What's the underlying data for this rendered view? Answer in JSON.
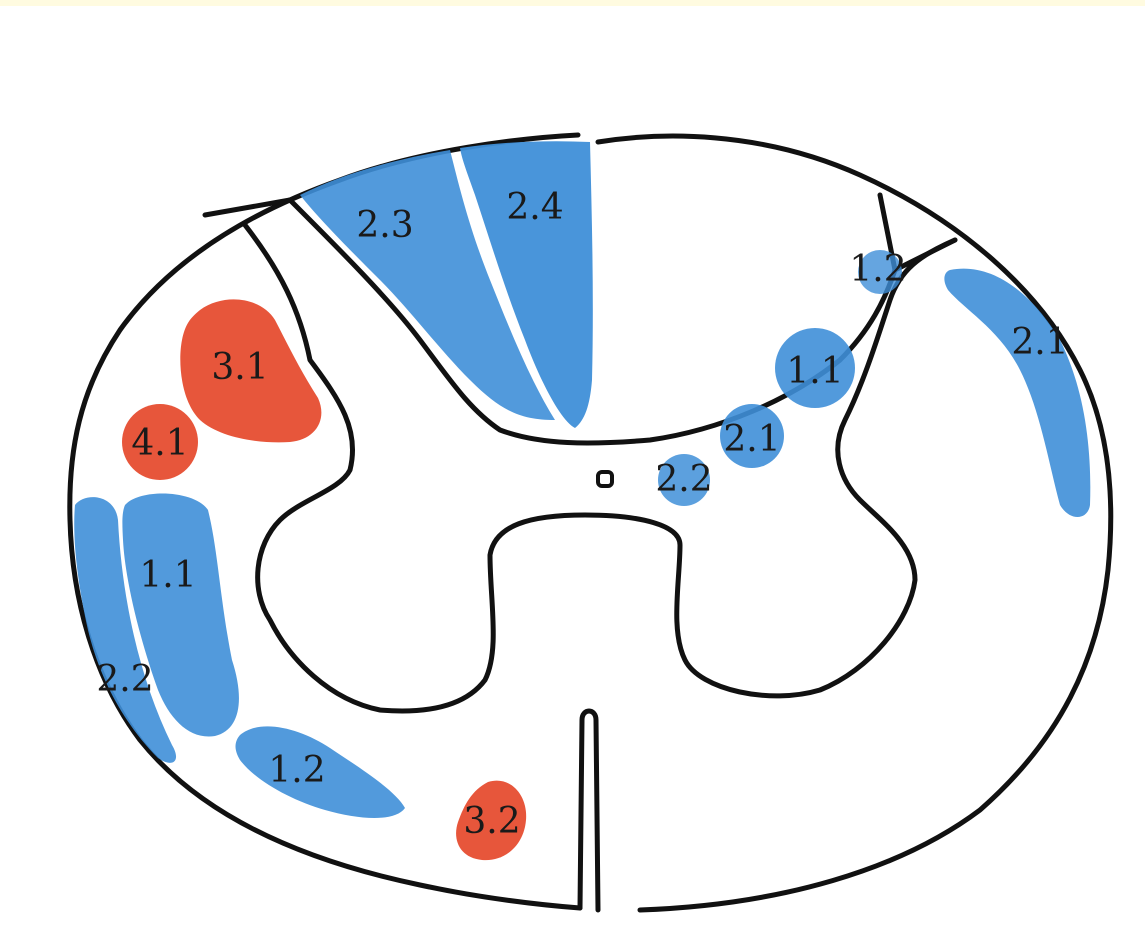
{
  "colors": {
    "background": "#ffffff",
    "top_band": "#fffbe0",
    "blue_region": "#3f8fd8",
    "red_region": "#e5482a",
    "outline": "#111111"
  },
  "labels": {
    "dorsal_column_2_3": "2.3",
    "dorsal_column_2_4": "2.4",
    "right_lateral_1_2": "1.2",
    "right_lateral_2_1": "2.1",
    "right_gray_1_1": "1.1",
    "right_gray_2_1": "2.1",
    "right_gray_2_2": "2.2",
    "left_red_3_1": "3.1",
    "left_red_4_1": "4.1",
    "left_blue_1_1": "1.1",
    "left_blue_2_2": "2.2",
    "left_blue_1_2": "1.2",
    "ventral_red_3_2": "3.2"
  }
}
